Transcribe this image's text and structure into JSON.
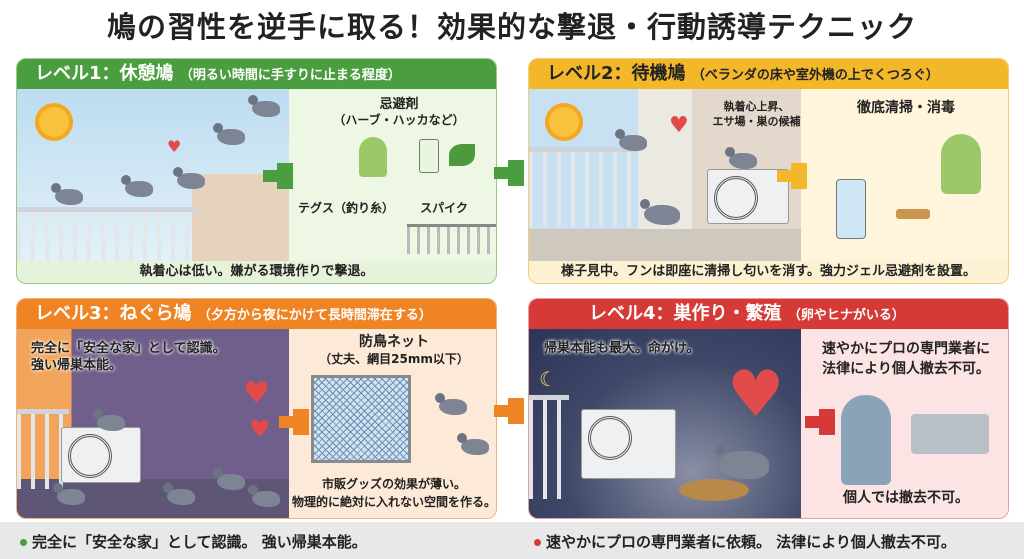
{
  "title": "鳩の習性を逆手に取る！効果的な撃退・行動誘導テクニック",
  "colors": {
    "level1": "#4a9e3f",
    "level2": "#f2b82a",
    "level3": "#ef8424",
    "level4": "#d63a36"
  },
  "levels": [
    {
      "heading": "レベル1：休憩鳩",
      "sub": "（明るい時間に手すりに止まる程度）",
      "labels": [
        "忌避剤",
        "（ハーブ・ハッカなど）",
        "テグス（釣り糸）",
        "スパイク"
      ],
      "caption": "執着心は低い。嫌がる環境作りで撃退。"
    },
    {
      "heading": "レベル2：待機鳩",
      "sub": "（ベランダの床や室外機の上でくつろぐ）",
      "labels": [
        "執着心上昇、",
        "エサ場・巣の候補",
        "徹底清掃・消毒"
      ],
      "caption": "様子見中。フンは即座に清掃し匂いを消す。強力ジェル忌避剤を設置。"
    },
    {
      "heading": "レベル3：ねぐら鳩",
      "sub": "（夕方から夜にかけて長時間滞在する）",
      "labels": [
        "完全に「安全な家」として認識。",
        "強い帰巣本能。",
        "防鳥ネット",
        "（丈夫、網目25mm以下）",
        "市販グッズの効果が薄い。",
        "物理的に絶対に入れない空間を作る。"
      ]
    },
    {
      "heading": "レベル4：巣作り・繁殖",
      "sub": "（卵やヒナがいる）",
      "labels": [
        "帰巣本能も最大。命がけ。",
        "速やかにプロの専門業者に",
        "法律により個人撤去不可。",
        "個人では撤去不可。"
      ]
    }
  ],
  "bottom": [
    "完全に「安全な家」として認識。 強い帰巣本能。",
    "速やかにプロの専門業者に依頼。 法律により個人撤去不可。"
  ]
}
